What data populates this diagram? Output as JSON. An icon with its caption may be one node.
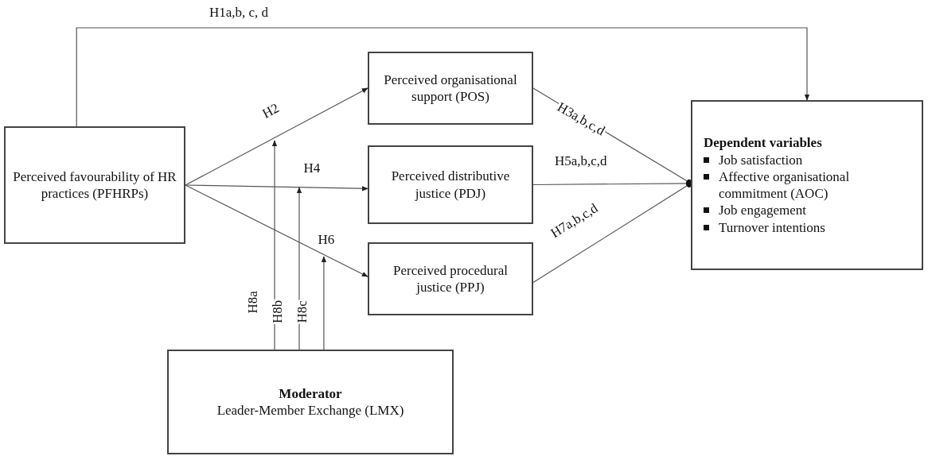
{
  "diagram": {
    "nodes": [
      {
        "text": [
          "Perceived favourability of HR practices (PFHRPs)"
        ]
      },
      {
        "text": [
          "Perceived organisational support (POS)"
        ]
      },
      {
        "text": [
          "Perceived distributive justice (PDJ)"
        ]
      },
      {
        "text": [
          "Perceived procedural justice (PPJ)"
        ]
      },
      {
        "text": [
          "Dependent variables",
          "Job satisfaction",
          "Affective organisational commitment (AOC)",
          "Job engagement",
          "Turnover intentions"
        ]
      },
      {
        "text": [
          "Moderator",
          "Leader-Member Exchange (LMX)"
        ]
      }
    ],
    "edges": [
      {
        "from": 0,
        "to": 4,
        "arrow": "to",
        "label": "H1a,b, c, d"
      },
      {
        "from": 0,
        "to": 1,
        "arrow": "to",
        "label": "H2"
      },
      {
        "from": 0,
        "to": 2,
        "arrow": "to",
        "label": "H4"
      },
      {
        "from": 0,
        "to": 3,
        "arrow": "to",
        "label": "H6"
      },
      {
        "from": 1,
        "to": 4,
        "arrow": "other",
        "label": "H3a,b,c,d"
      },
      {
        "from": 2,
        "to": 4,
        "arrow": "other",
        "label": "H5a,b,c,d"
      },
      {
        "from": 3,
        "to": 4,
        "arrow": "other",
        "label": "H7a,b,c,d"
      },
      {
        "from": 5,
        "to": null,
        "arrow": "to",
        "label": "H8a"
      },
      {
        "from": 5,
        "to": null,
        "arrow": "to",
        "label": "H8b"
      },
      {
        "from": 5,
        "to": null,
        "arrow": "to",
        "label": "H8c"
      }
    ]
  }
}
